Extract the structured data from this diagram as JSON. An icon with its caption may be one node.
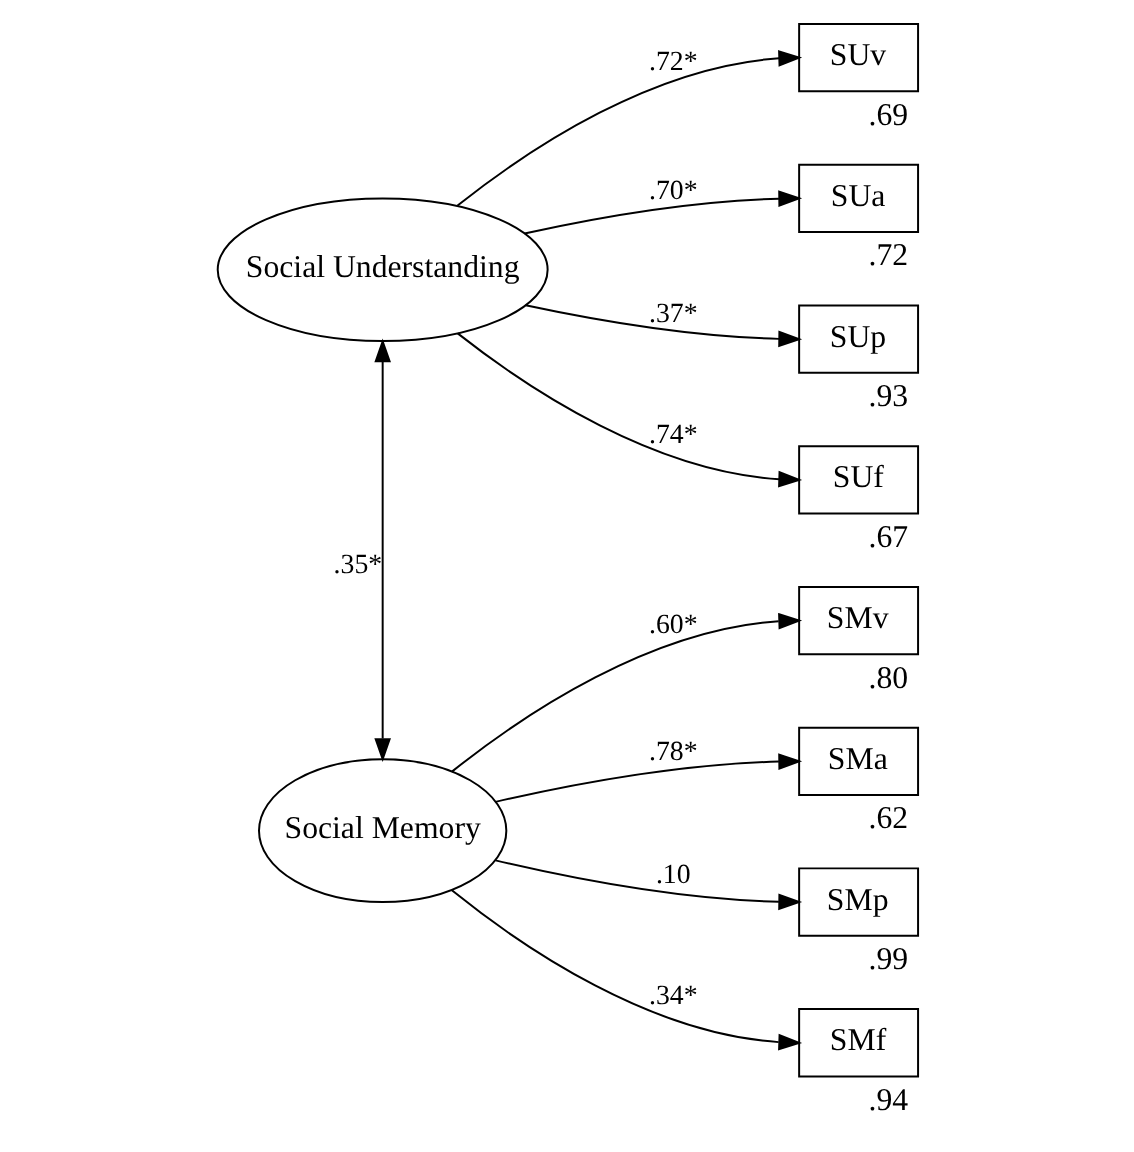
{
  "diagram": {
    "nodes": [
      {
        "text": [
          "Social Understanding"
        ]
      },
      {
        "text": [
          "Social Memory"
        ]
      },
      {
        "text": [
          "SUv"
        ],
        "beside": [
          ".69"
        ]
      },
      {
        "text": [
          "SUa"
        ],
        "beside": [
          ".72"
        ]
      },
      {
        "text": [
          "SUp"
        ],
        "beside": [
          ".93"
        ]
      },
      {
        "text": [
          "SUf"
        ],
        "beside": [
          ".67"
        ]
      },
      {
        "text": [
          "SMv"
        ],
        "beside": [
          ".80"
        ]
      },
      {
        "text": [
          "SMa"
        ],
        "beside": [
          ".62"
        ]
      },
      {
        "text": [
          "SMp"
        ],
        "beside": [
          ".99"
        ]
      },
      {
        "text": [
          "SMf"
        ],
        "beside": [
          ".94"
        ]
      }
    ],
    "edges": [
      {
        "from": 0,
        "to": 1,
        "arrow": "both",
        "label": ".35*"
      },
      {
        "from": 0,
        "to": 2,
        "arrow": "to",
        "label": ".72*"
      },
      {
        "from": 0,
        "to": 3,
        "arrow": "to",
        "label": ".70*"
      },
      {
        "from": 0,
        "to": 4,
        "arrow": "to",
        "label": ".37*"
      },
      {
        "from": 0,
        "to": 5,
        "arrow": "to",
        "label": ".74*"
      },
      {
        "from": 1,
        "to": 6,
        "arrow": "to",
        "label": ".60*"
      },
      {
        "from": 1,
        "to": 7,
        "arrow": "to",
        "label": ".78*"
      },
      {
        "from": 1,
        "to": 8,
        "arrow": "to",
        "label": ".10"
      },
      {
        "from": 1,
        "to": 9,
        "arrow": "to",
        "label": ".34*"
      }
    ]
  }
}
